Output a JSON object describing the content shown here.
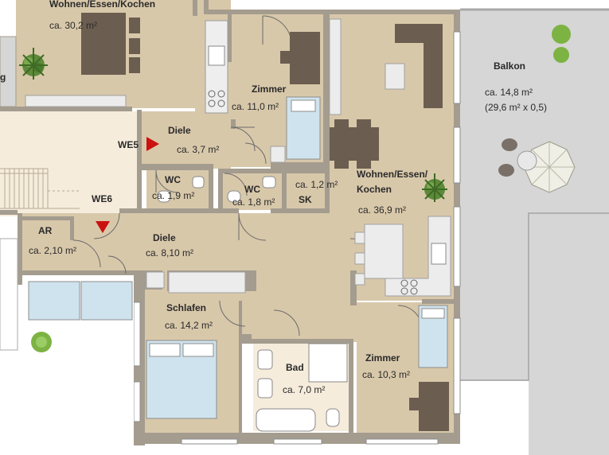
{
  "rooms": {
    "wohnen_top": {
      "name": "Wohnen/Essen/Kochen",
      "area": "ca. 30,2 m²"
    },
    "zimmer_top": {
      "name": "Zimmer",
      "area": "ca. 11,0 m²"
    },
    "wohnen_right": {
      "name_line1": "Wohnen/Essen/",
      "name_line2": "Kochen",
      "area": "ca. 36,9 m²"
    },
    "balkon": {
      "name": "Balkon",
      "area": "ca. 14,8 m²",
      "note": "(29,6 m² x 0,5)"
    },
    "diele_top": {
      "name": "Diele",
      "area": "ca. 3,7 m²"
    },
    "wc_left": {
      "name": "WC",
      "area": "ca. 1,9 m²"
    },
    "wc_right": {
      "name": "WC",
      "area": "ca. 1,8 m²"
    },
    "sk": {
      "area": "ca. 1,2 m²",
      "name": "SK"
    },
    "ar": {
      "name": "AR",
      "area": "ca. 2,10 m²"
    },
    "diele_main": {
      "name": "Diele",
      "area": "ca. 8,10 m²"
    },
    "schlafen": {
      "name": "Schlafen",
      "area": "ca. 14,2 m²"
    },
    "bad": {
      "name": "Bad",
      "area": "ca. 7,0 m²"
    },
    "zimmer_bottom": {
      "name": "Zimmer",
      "area": "ca. 10,3 m²"
    },
    "cut_left": {
      "name": "g"
    }
  },
  "entrances": {
    "we5": {
      "label": "WE5"
    },
    "we6": {
      "label": "WE6"
    }
  },
  "colors": {
    "floor": "#d8c8aa",
    "floor_light": "#f6ecdc",
    "wall": "#a49c8e",
    "balcony": "#d4d4d4",
    "furniture_dark": "#6b5e50",
    "marker_red": "#cc1111",
    "glass": "#cfe3ee"
  }
}
